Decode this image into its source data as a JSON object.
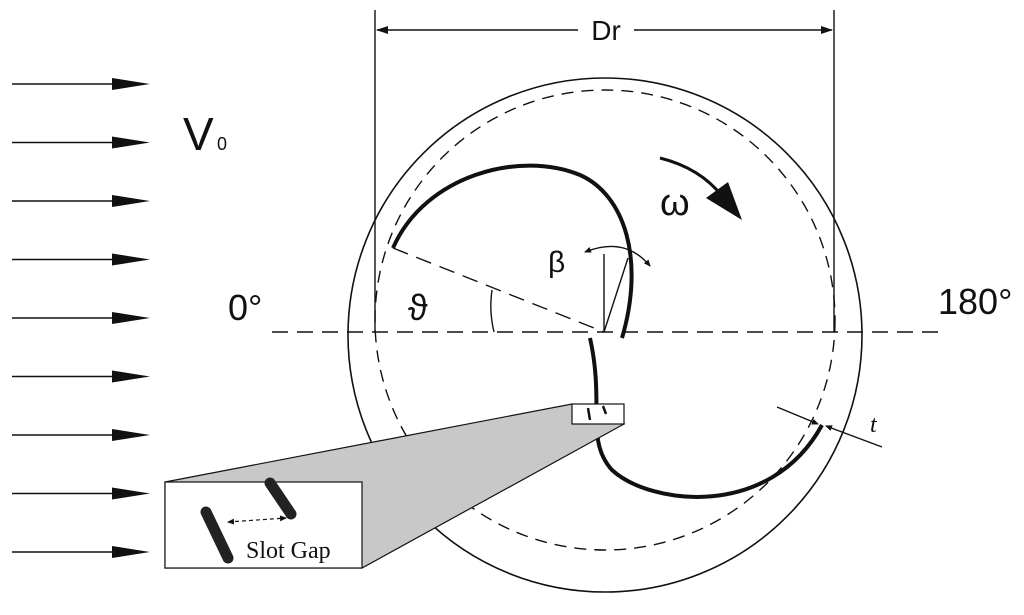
{
  "diagram": {
    "labels": {
      "dimension_dr": "Dr",
      "velocity_symbol": "V",
      "velocity_subscript": "0",
      "omega": "ω",
      "beta": "β",
      "theta": "ϑ",
      "angle_start": "0°",
      "angle_end": "180°",
      "thickness": "t",
      "slot_gap": "Slot Gap"
    },
    "inflow_arrow_count": 9,
    "colors": {
      "line": "#111111",
      "zoom_fill": "#c8c8c8",
      "background": "#ffffff"
    }
  }
}
